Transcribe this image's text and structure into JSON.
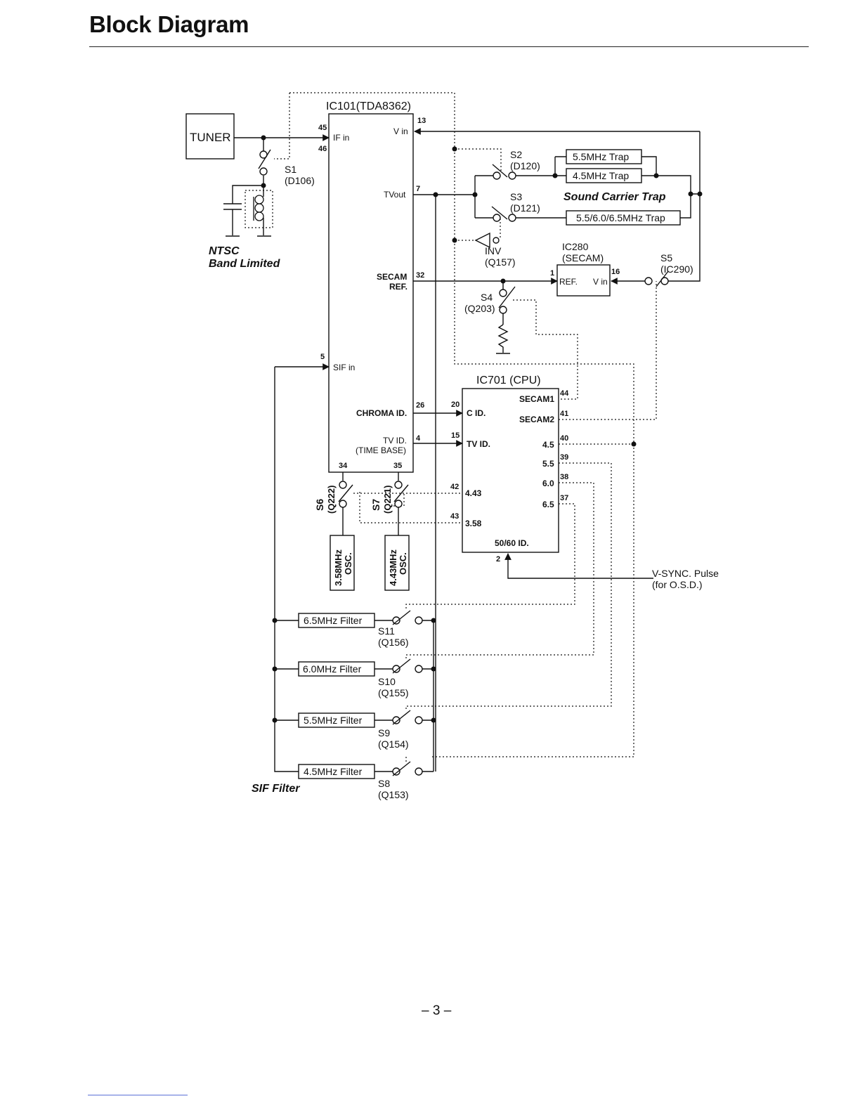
{
  "page": {
    "title": "Block Diagram",
    "page_number": "– 3 –"
  },
  "blocks": {
    "tuner": "TUNER",
    "ic101": {
      "name": "IC101(TDA8362)",
      "if_in": "IF in",
      "v_in": "V in",
      "tvout": "TVout",
      "secam_ref_1": "SECAM",
      "secam_ref_2": "REF.",
      "sif_in": "SIF in",
      "chroma_id": "CHROMA ID.",
      "tv_id_1": "TV ID.",
      "tv_id_2": "(TIME BASE)"
    },
    "ic701": {
      "name": "IC701 (CPU)",
      "c_id": "C ID.",
      "tv_id": "TV ID.",
      "secam1": "SECAM1",
      "secam2": "SECAM2",
      "f45": "4.5",
      "f55": "5.5",
      "f60": "6.0",
      "f65": "6.5",
      "f443": "4.43",
      "f358": "3.58",
      "id5060": "50/60 ID."
    },
    "ic280": {
      "name": "IC280",
      "sub": "(SECAM)",
      "ref": "REF.",
      "v_in": "V in"
    },
    "traps": {
      "t55": "5.5MHz Trap",
      "t45": "4.5MHz Trap",
      "t556065": "5.5/6.0/6.5MHz Trap",
      "group_label": "Sound Carrier Trap"
    },
    "osc": {
      "o358_1": "3.58MHz",
      "o358_2": "OSC.",
      "o443_1": "4.43MHz",
      "o443_2": "OSC."
    },
    "filters": {
      "f65": "6.5MHz Filter",
      "f60": "6.0MHz Filter",
      "f55": "5.5MHz Filter",
      "f45": "4.5MHz Filter",
      "group_label": "SIF Filter"
    },
    "ntsc_1": "NTSC",
    "ntsc_2": "Band Limited",
    "vsync_1": "V-SYNC. Pulse",
    "vsync_2": "(for O.S.D.)",
    "inv": "INV",
    "inv_sub": "(Q157)"
  },
  "switches": {
    "s1": [
      "S1",
      "(D106)"
    ],
    "s2": [
      "S2",
      "(D120)"
    ],
    "s3": [
      "S3",
      "(D121)"
    ],
    "s4": [
      "S4",
      "(Q203)"
    ],
    "s5": [
      "S5",
      "(IC290)"
    ],
    "s6": [
      "S6",
      "(Q222)"
    ],
    "s7": [
      "S7",
      "(Q221)"
    ],
    "s8": [
      "S8",
      "(Q153)"
    ],
    "s9": [
      "S9",
      "(Q154)"
    ],
    "s10": [
      "S10",
      "(Q155)"
    ],
    "s11": [
      "S11",
      "(Q156)"
    ]
  },
  "pins": {
    "p45": "45",
    "p46": "46",
    "p13": "13",
    "p7": "7",
    "p32": "32",
    "p5": "5",
    "p26": "26",
    "p4": "4",
    "p34": "34",
    "p35": "35",
    "p20": "20",
    "p15": "15",
    "p44": "44",
    "p41": "41",
    "p40": "40",
    "p39": "39",
    "p38": "38",
    "p37": "37",
    "p42": "42",
    "p43": "43",
    "p2": "2",
    "p1": "1",
    "p16": "16"
  }
}
